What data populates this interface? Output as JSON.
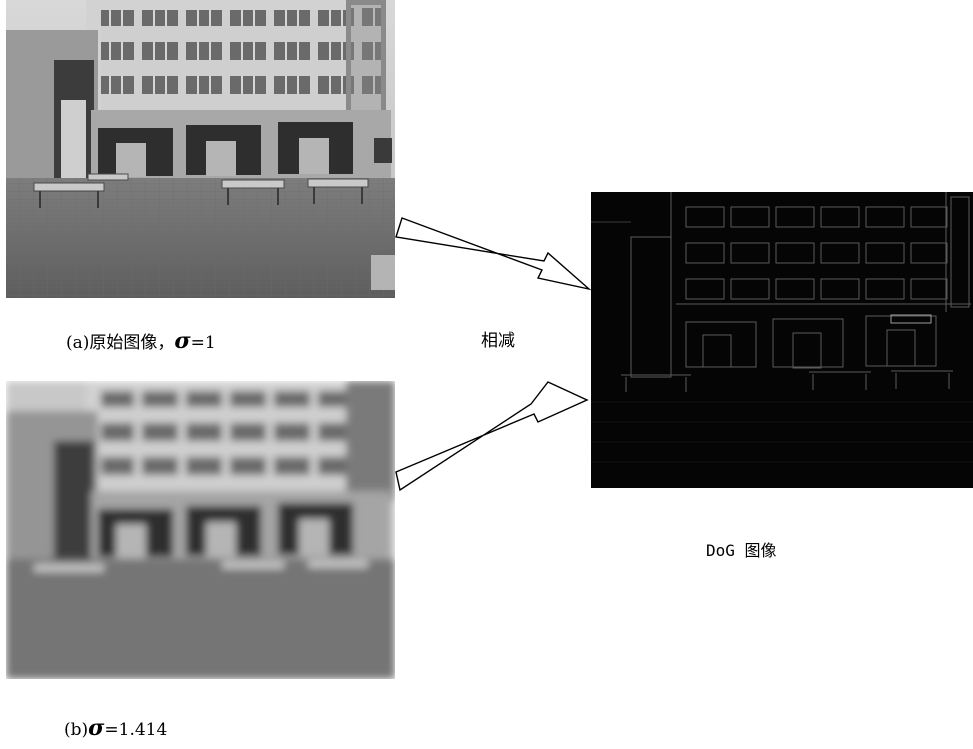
{
  "captions": {
    "a_prefix": "(a)原始图像，",
    "a_sigma": "σ",
    "a_suffix": "=1",
    "b_prefix": "(b)",
    "b_sigma": "σ",
    "b_suffix": "=1.414",
    "subtract": "相减",
    "dog": "DoG 图像"
  },
  "images": {
    "original": "courtyard-building-photo-grayscale",
    "blurred": "courtyard-building-photo-gaussian-blurred",
    "dog": "difference-of-gaussian-edge-image"
  },
  "arrows": [
    "arrow-original-to-dog",
    "arrow-blurred-to-dog"
  ]
}
